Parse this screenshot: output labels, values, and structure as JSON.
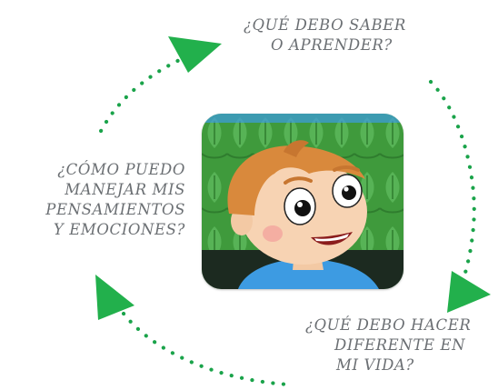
{
  "questions": {
    "top": [
      "¿QUÉ DEBO SABER",
      "O APRENDER?"
    ],
    "left": [
      "¿CÓMO PUEDO",
      "MANEJAR MIS",
      "PENSAMIENTOS",
      "Y EMOCIONES?"
    ],
    "bottom": [
      "¿QUÉ DEBO HACER",
      "DIFERENTE EN",
      "MI VIDA?"
    ]
  },
  "colors": {
    "dots": "#1aa34a",
    "arrow": "#22b04c",
    "label": "#6b6f73",
    "card_bg": "#3f9a3c",
    "hair": "#d9893c",
    "shirt": "#3d9be2"
  },
  "illustration": {
    "subject": "cartoon boy with orange hair, blue shirt, green background"
  }
}
